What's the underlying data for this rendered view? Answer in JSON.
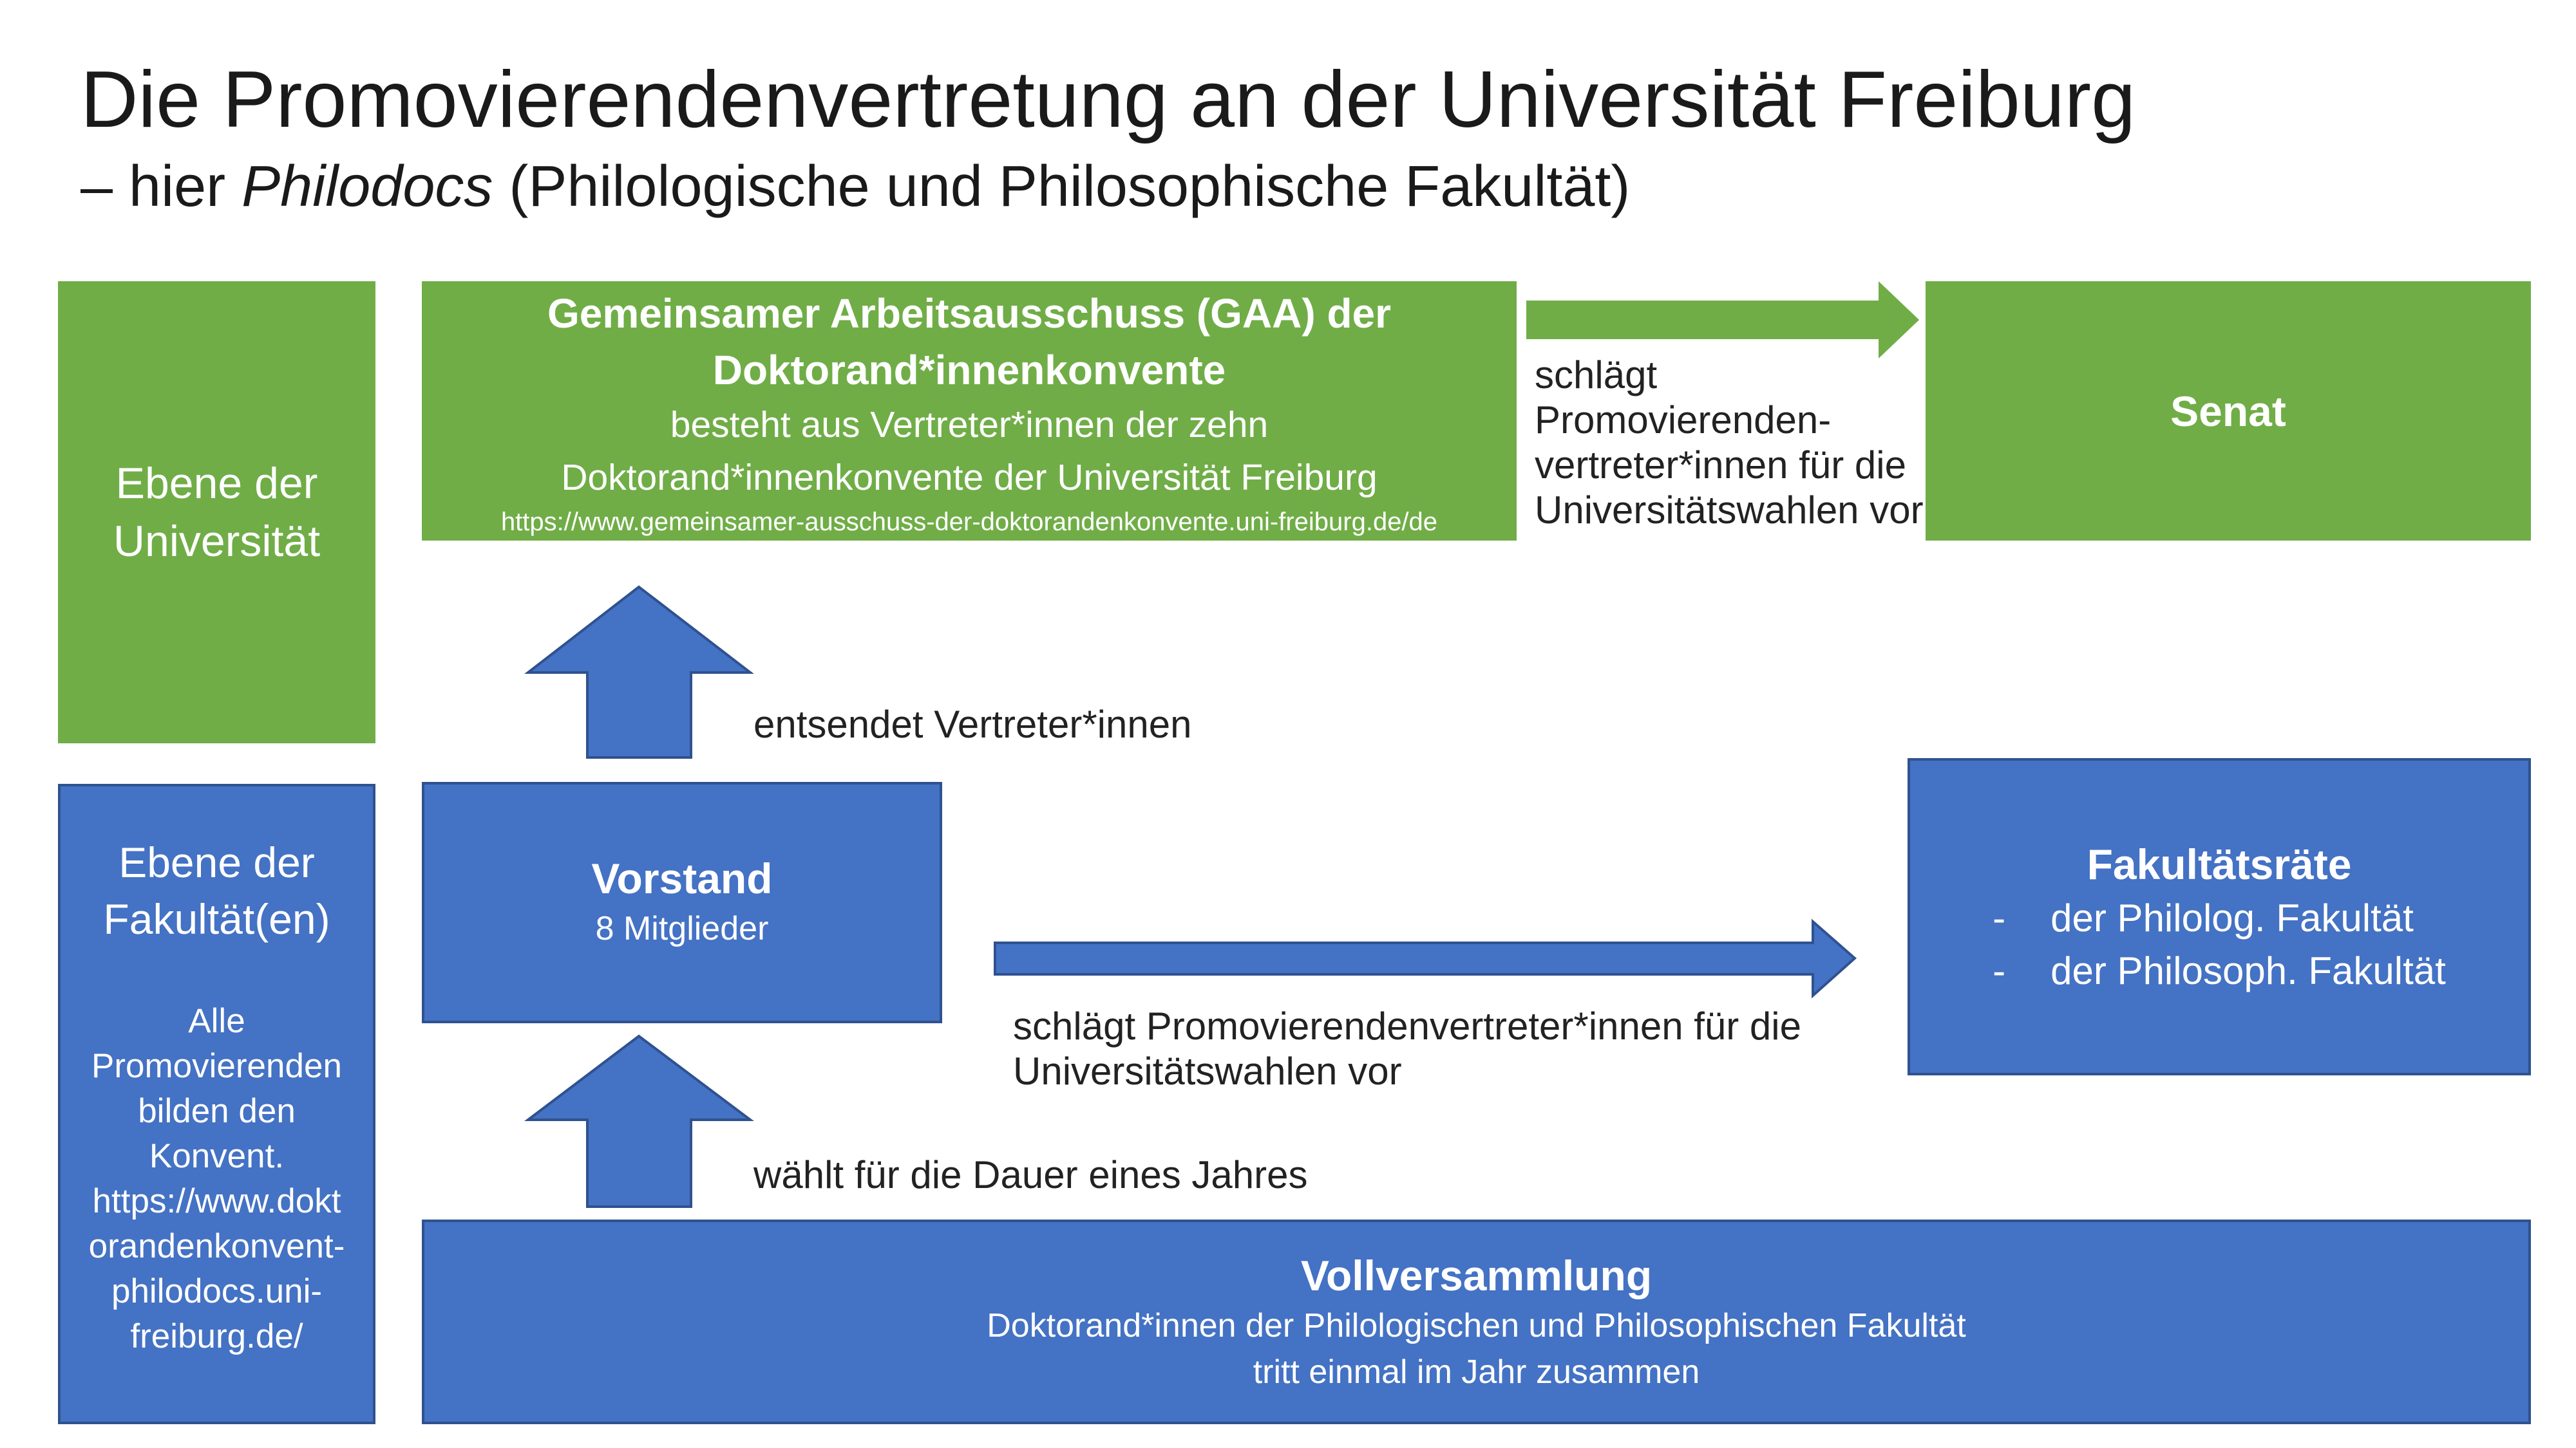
{
  "colors": {
    "green": "#70ad47",
    "blue": "#4472c4",
    "blue_border": "#2f528f"
  },
  "header": {
    "title": "Die Promovierendenvertretung an der Universität Freiburg",
    "subtitle_prefix": "– hier ",
    "subtitle_em": "Philodocs",
    "subtitle_suffix": " (Philologische und Philosophische Fakultät)"
  },
  "levels": {
    "university": {
      "line1": "Ebene der",
      "line2": "Universität"
    },
    "faculty": {
      "line1": "Ebene der",
      "line2": "Fakultät(en)",
      "text": [
        "Alle",
        "Promovierenden",
        "bilden den",
        "Konvent.",
        "https://www.dokt",
        "orandenkonvent-",
        "philodocs.uni-",
        "freiburg.de/"
      ]
    }
  },
  "gaa": {
    "title_line1": "Gemeinsamer Arbeitsausschuss (GAA) der",
    "title_line2": "Doktorand*innenkonvente",
    "desc_line1": "besteht aus Vertreter*innen der zehn",
    "desc_line2": "Doktorand*innenkonvente der Universität Freiburg",
    "url": "https://www.gemeinsamer-ausschuss-der-doktorandenkonvente.uni-freiburg.de/de"
  },
  "senat": {
    "title": "Senat"
  },
  "vorstand": {
    "title": "Vorstand",
    "subtitle": "8 Mitglieder"
  },
  "fakultaetsraete": {
    "title": "Fakultätsräte",
    "items": [
      {
        "dash": "-",
        "text": "der Philolog. Fakultät"
      },
      {
        "dash": "-",
        "text": "der Philosoph. Fakultät"
      }
    ]
  },
  "vollversammlung": {
    "title": "Vollversammlung",
    "line1": "Doktorand*innen der Philologischen und Philosophischen Fakultät",
    "line2": "tritt einmal im Jahr zusammen"
  },
  "labels": {
    "to_senat": [
      "schlägt",
      "Promovierenden-",
      "vertreter*innen für die",
      "Universitätswahlen vor"
    ],
    "entsendet": "entsendet Vertreter*innen",
    "to_fakultaet": [
      "schlägt Promovierendenvertreter*innen für die",
      "Universitätswahlen vor"
    ],
    "waehlt": "wählt für die Dauer eines Jahres"
  }
}
